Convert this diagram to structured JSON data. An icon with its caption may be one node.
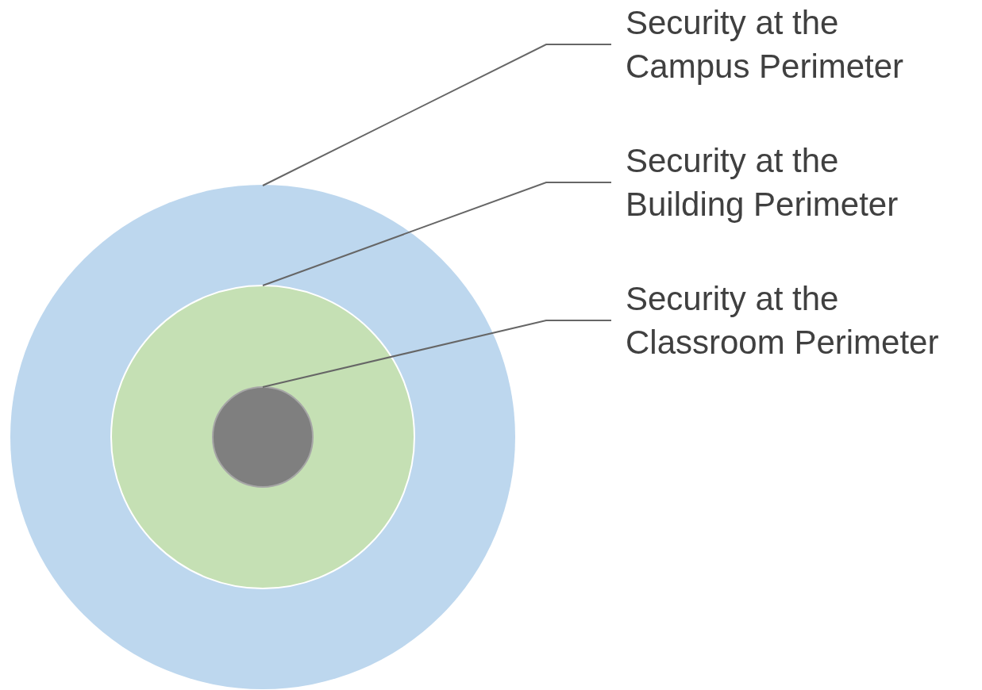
{
  "diagram": {
    "nodes": [
      {
        "text": [],
        "shape": "circle"
      },
      {
        "text": [],
        "shape": "circle",
        "in": 0
      },
      {
        "text": [],
        "shape": "circle",
        "in": 1
      },
      {
        "text": [
          "Security at the Campus Perimeter"
        ]
      },
      {
        "text": [
          "Security at the Building Perimeter"
        ]
      },
      {
        "text": [
          "Security at the Classroom Perimeter"
        ]
      }
    ],
    "edges": [
      {
        "from": 3,
        "to": 0,
        "arrow": "none"
      },
      {
        "from": 4,
        "to": 1,
        "arrow": "none"
      },
      {
        "from": 5,
        "to": 2,
        "arrow": "none"
      }
    ]
  }
}
